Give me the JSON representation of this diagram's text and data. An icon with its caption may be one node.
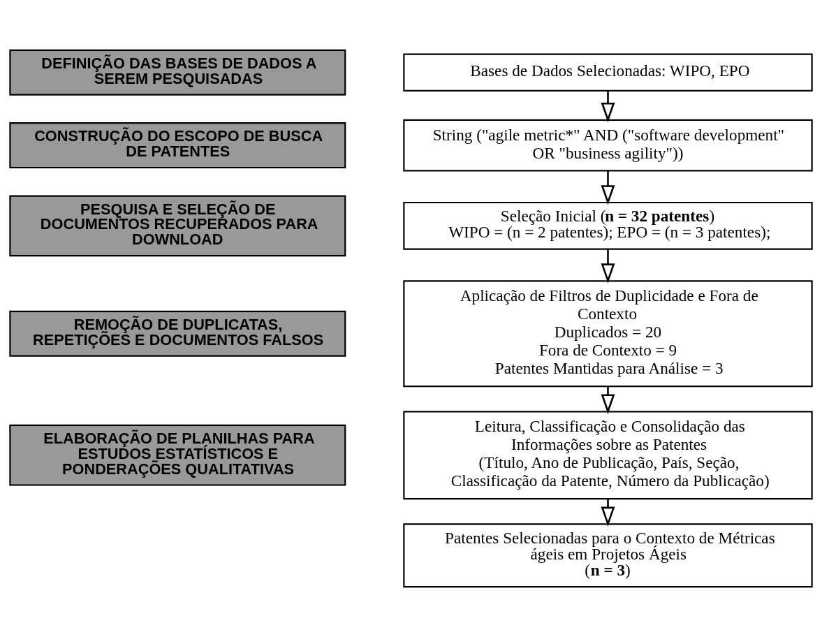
{
  "diagram": {
    "nodes": [
      {
        "text": [
          "DEFINIÇÃO DAS BASES DE DADOS A SEREM PESQUISADAS"
        ]
      },
      {
        "text": [
          "CONSTRUÇÃO DO ESCOPO DE BUSCA DE PATENTES"
        ]
      },
      {
        "text": [
          "PESQUISA E SELEÇÃO DE DOCUMENTOS RECUPERADOS PARA DOWNLOAD"
        ]
      },
      {
        "text": [
          "REMOÇÃO DE DUPLICATAS, REPETIÇÕES E DOCUMENTOS FALSOS"
        ]
      },
      {
        "text": [
          "ELABORAÇÃO DE PLANILHAS PARA ESTUDOS ESTATÍSTICOS E PONDERAÇÕES QUALITATIVAS"
        ]
      },
      {
        "text": [
          "Bases de Dados Selecionadas: WIPO, EPO"
        ]
      },
      {
        "text": [
          "String (\"agile metric*\" AND (\"software development\" OR \"business agility\"))"
        ]
      },
      {
        "text": [
          "Seleção Inicial (**n = 32 patentes**)",
          "WIPO = (n = 2 patentes); EPO = (n = 3 patentes);"
        ]
      },
      {
        "text": [
          "Aplicação de Filtros de Duplicidade e Fora de Contexto",
          "Duplicados = 20",
          "Fora de Contexto = 9",
          "Patentes Mantidas para Análise = 3"
        ]
      },
      {
        "text": [
          "Leitura, Classificação e Consolidação das Informações sobre as Patentes",
          "(Título, Ano de Publicação, País, Seção, Classificação da Patente, Número da Publicação)"
        ]
      },
      {
        "text": [
          "Patentes Selecionadas para o Contexto de Métricas ágeis em Projetos Ágeis",
          "(**n = 3**)"
        ]
      }
    ],
    "edges": [
      {
        "from": 5,
        "to": 6,
        "arrow": "to"
      },
      {
        "from": 6,
        "to": 7,
        "arrow": "to"
      },
      {
        "from": 7,
        "to": 8,
        "arrow": "to"
      },
      {
        "from": 8,
        "to": 9,
        "arrow": "to"
      },
      {
        "from": 9,
        "to": 10,
        "arrow": "to"
      }
    ]
  }
}
